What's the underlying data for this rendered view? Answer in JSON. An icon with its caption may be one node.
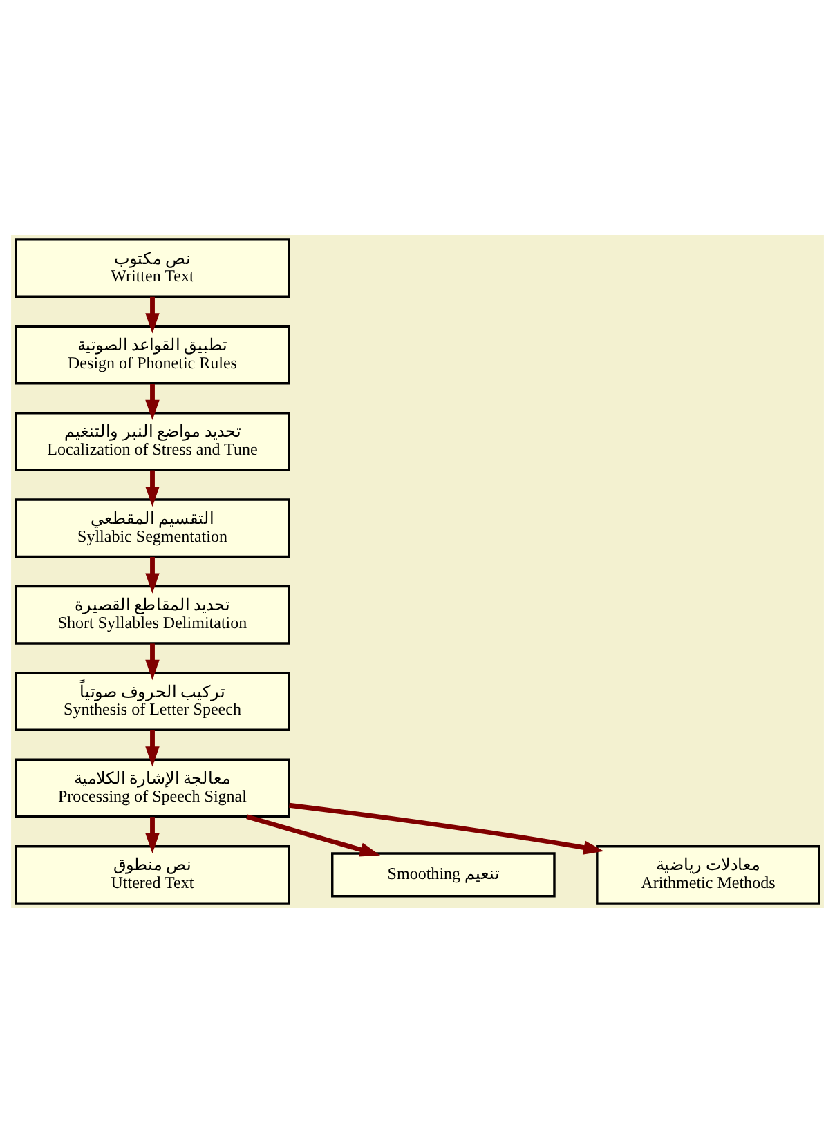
{
  "diagram": {
    "nodes": [
      {
        "text": [
          "نص مكتوب",
          "Written Text"
        ]
      },
      {
        "text": [
          "تطبيق القواعد الصوتية",
          "Design of Phonetic Rules"
        ]
      },
      {
        "text": [
          "تحديد مواضع النبر والتنغيم",
          "Localization of Stress and Tune"
        ]
      },
      {
        "text": [
          "التقسيم المقطعي",
          "Syllabic Segmentation"
        ]
      },
      {
        "text": [
          "تحديد المقاطع القصيرة",
          "Short Syllables Delimitation"
        ]
      },
      {
        "text": [
          "تركيب الحروف صوتياً",
          "Synthesis of Letter Speech"
        ]
      },
      {
        "text": [
          "معالجة الإشارة الكلامية",
          "Processing of Speech Signal"
        ]
      },
      {
        "text": [
          "نص منطوق",
          "Uttered Text"
        ]
      },
      {
        "text": [
          "Smoothing تنعيم"
        ]
      },
      {
        "text": [
          "معادلات رياضية",
          "Arithmetic Methods"
        ]
      }
    ],
    "edges": [
      {
        "from": 0,
        "to": 1,
        "arrow": "to"
      },
      {
        "from": 1,
        "to": 2,
        "arrow": "to"
      },
      {
        "from": 2,
        "to": 3,
        "arrow": "to"
      },
      {
        "from": 3,
        "to": 4,
        "arrow": "to"
      },
      {
        "from": 4,
        "to": 5,
        "arrow": "to"
      },
      {
        "from": 5,
        "to": 6,
        "arrow": "to"
      },
      {
        "from": 6,
        "to": 7,
        "arrow": "to"
      },
      {
        "from": 6,
        "to": 8,
        "arrow": "to"
      },
      {
        "from": 6,
        "to": 9,
        "arrow": "to"
      }
    ]
  }
}
